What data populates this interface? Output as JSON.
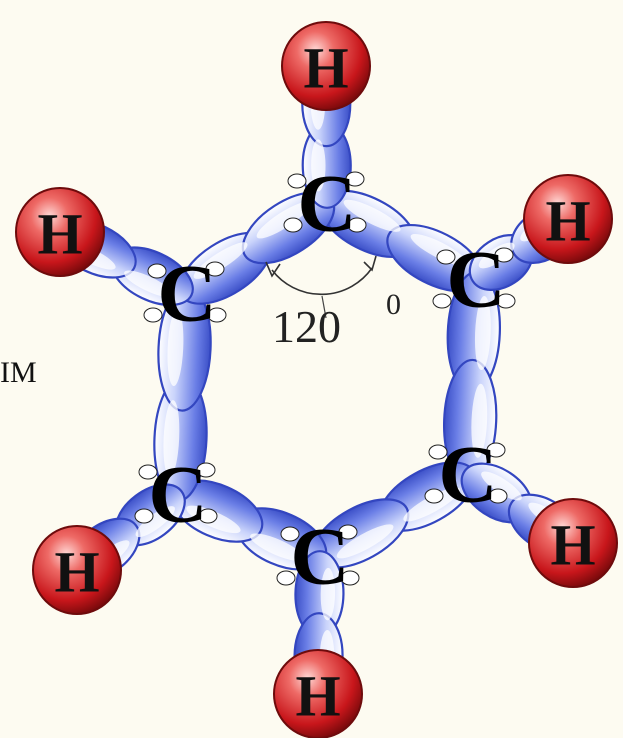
{
  "diagram": {
    "carbon_label": "C",
    "hydrogen_label": "H",
    "angle_value": "120",
    "angle_unit": "0",
    "edge_fragment": "IM",
    "colors": {
      "background": "#fdfbf1",
      "bond_blue": "#4f63d8",
      "bond_light": "#e6ecff",
      "hydrogen_red": "#d8262a"
    }
  }
}
